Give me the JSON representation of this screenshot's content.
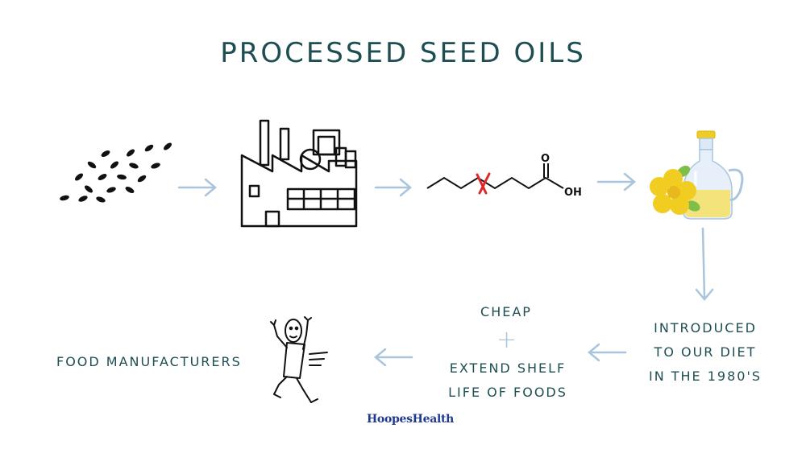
{
  "title": "PROCESSED SEED OILS",
  "chem": {
    "carbonyl_o": "O",
    "hydroxyl": "OH"
  },
  "steps": {
    "introduced": [
      "INTRODUCED",
      "TO OUR DIET",
      "IN THE 1980'S"
    ],
    "cheap": "CHEAP",
    "plus": "+",
    "shelf": [
      "EXTEND SHELF",
      "LIFE OF FOODS"
    ],
    "manufacturers": "FOOD MANUFACTURERS"
  },
  "brand": "HoopesHealth",
  "colors": {
    "text": "#1f4e52",
    "arrow": "#a9c4dd",
    "red_mark": "#e0262b",
    "oil": "#f4e27a",
    "flower": "#f1cd22",
    "leaf": "#7ebf4a",
    "bottle": "#cfe2f3",
    "brand": "#1e3a8f"
  }
}
